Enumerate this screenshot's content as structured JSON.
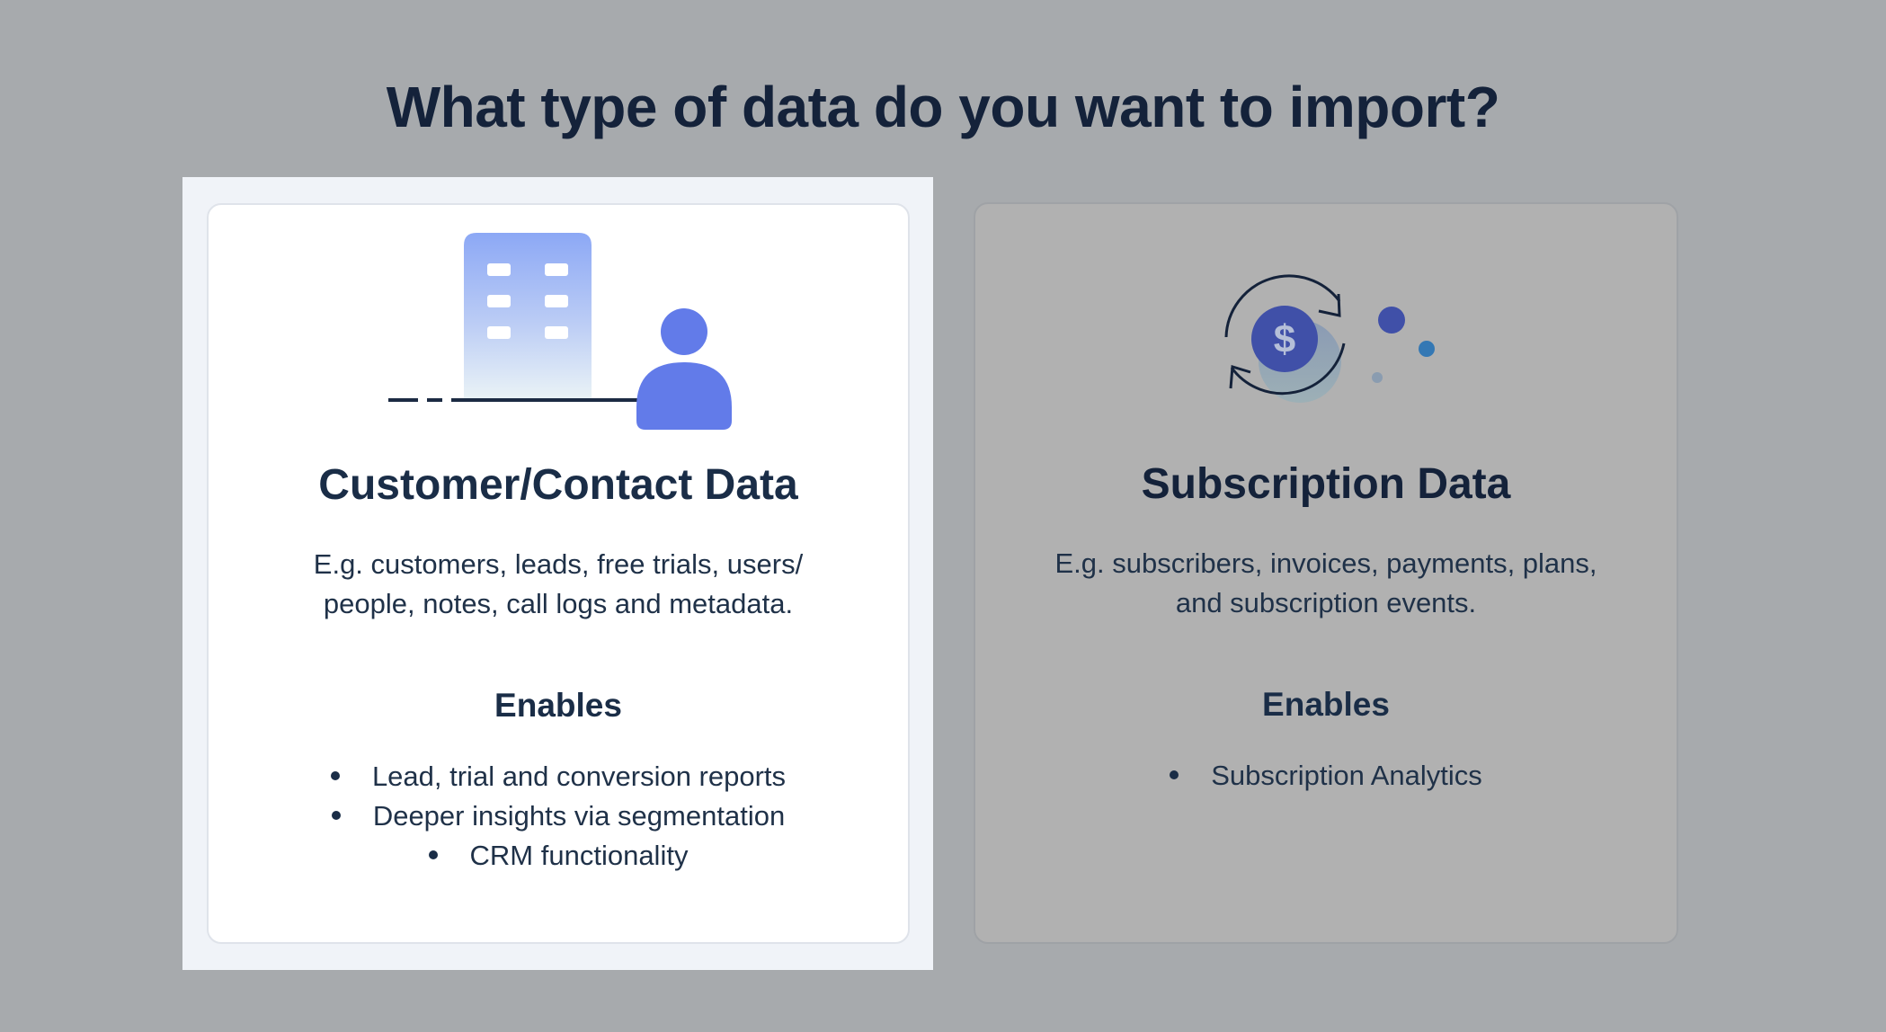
{
  "page": {
    "title": "What type of data do you want to import?"
  },
  "cards": [
    {
      "id": "customer",
      "title": "Customer/Contact Data",
      "icon": "building-person-icon",
      "selected": true,
      "description_lines": [
        "E.g. customers, leads, free trials, users/",
        "people, notes, call logs and metadata."
      ],
      "enables_title": "Enables",
      "enables": [
        "Lead, trial and conversion reports",
        "Deeper insights via segmentation",
        "CRM functionality"
      ]
    },
    {
      "id": "subscription",
      "title": "Subscription Data",
      "icon": "recurring-payment-icon",
      "selected": false,
      "description_lines": [
        "E.g. subscribers, invoices, payments, plans,",
        "and subscription events."
      ],
      "enables_title": "Enables",
      "enables": [
        "Subscription Analytics"
      ]
    }
  ],
  "colors": {
    "background": "#a7aaad",
    "selected_highlight": "#f0f3f8",
    "selected_card": "#ffffff",
    "unselected_card": "#b1b1b1",
    "text_primary": "#14223a",
    "accent_person": "#627be9",
    "accent_coin": "#4050a8",
    "accent_dot_blue": "#3478b4"
  }
}
